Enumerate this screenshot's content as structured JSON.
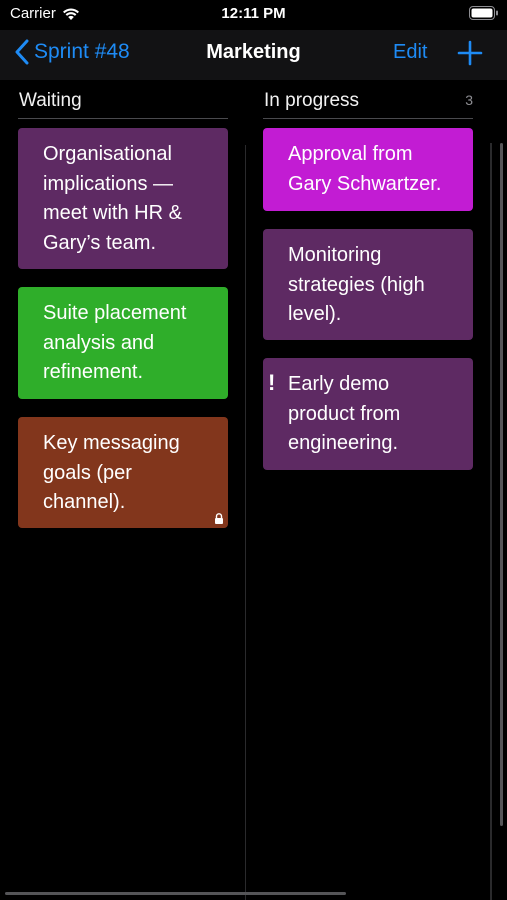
{
  "status_bar": {
    "carrier": "Carrier",
    "time": "12:11 PM"
  },
  "nav": {
    "back_label": "Sprint #48",
    "title": "Marketing",
    "edit_label": "Edit",
    "back_icon": "chevron-left-icon",
    "add_icon": "plus-icon"
  },
  "columns": [
    {
      "title": "Waiting",
      "count": "",
      "cards": [
        {
          "text": "Organisational implications — meet with HR & Gary’s team.",
          "color": "#5e2a63"
        },
        {
          "text": "Suite placement analysis and refinement.",
          "color": "#2fae2a",
          "icon": ""
        },
        {
          "text": "Key messaging goals (per channel).",
          "color": "#82361c",
          "icon": "lock-icon"
        }
      ]
    },
    {
      "title": "In progress",
      "count": "3",
      "cards": [
        {
          "text": "Approval from Gary Schwartzer.",
          "color": "#c21cd3"
        },
        {
          "text": "Monitoring strategies (high level).",
          "color": "#5e2a63"
        },
        {
          "text": "Early demo product from engineering.",
          "color": "#5e2a63",
          "icon": "exclamation-icon",
          "icon_glyph": "!"
        }
      ]
    }
  ],
  "colors": {
    "accent": "#1e8bf5",
    "background": "#000000",
    "nav_background": "#121214"
  }
}
